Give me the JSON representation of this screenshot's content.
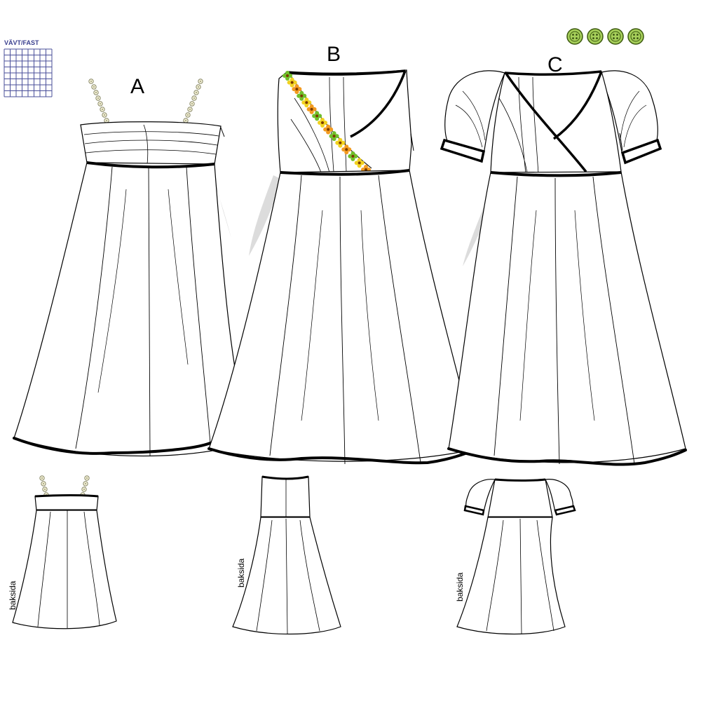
{
  "fabric_label": "VÄVT/FAST",
  "colors": {
    "outline": "#000000",
    "shadow": "#dcdcdc",
    "grid": "#4a4f9a",
    "button": "#a6cf5a",
    "flower_orange": "#f29a1f",
    "flower_green": "#6fbf2a",
    "flower_yellow": "#f2d21f"
  },
  "buttons_count": 4,
  "views": [
    {
      "id": "A",
      "label": "A",
      "back_label": "baksida"
    },
    {
      "id": "B",
      "label": "B",
      "back_label": "baksida"
    },
    {
      "id": "C",
      "label": "C",
      "back_label": "baksida"
    }
  ]
}
